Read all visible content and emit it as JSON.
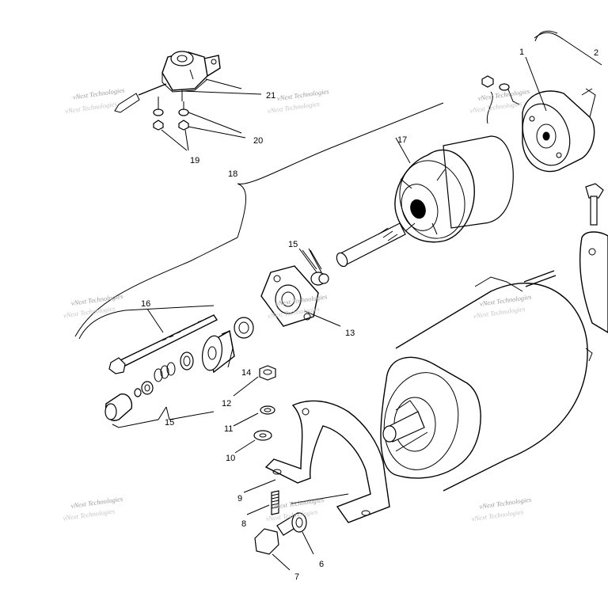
{
  "callouts": {
    "n1": "1",
    "n2": "2",
    "n6": "6",
    "n7": "7",
    "n8": "8",
    "n9": "9",
    "n10": "10",
    "n11": "11",
    "n12": "12",
    "n13": "13",
    "n14": "14",
    "n15a": "15",
    "n15b": "15",
    "n16": "16",
    "n17": "17",
    "n18": "18",
    "n19": "19",
    "n20": "20",
    "n21": "21"
  },
  "watermark": {
    "text": "vNext Technologies"
  }
}
